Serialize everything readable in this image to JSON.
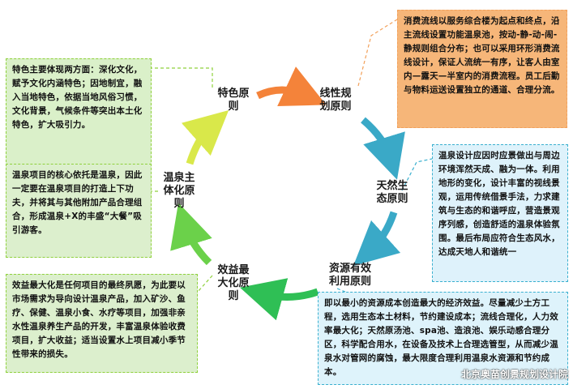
{
  "nodes": {
    "feature": "特色原\n则",
    "streamline": "线性规\n划原则",
    "nature": "天然生\n态原则",
    "resource": "资源有效\n利用原则",
    "benefit": "效益最\n大化原\n则",
    "hotspring": "温泉主\n体化原\n则"
  },
  "boxes": {
    "feature_desc": "特色主要体现两方面：深化文化，赋予文化内涵特色；因地制宜，融入当地特色，依据当地风俗习惯，文化背景，气候条件等突出本土化特色，扩大吸引力。",
    "streamline_desc": "消费流线以服务综合楼为起点和终点，沿主流线设置功能温泉池，按动-静-动-闹-静规则组合分布；也可以采用环形消费流线设计，保证人流统一有序，让客人由室内—露天—半室内的消费流程。员工后勤与物料运送设置独立的通道、合理分流。",
    "hotspring_desc": "温泉项目的核心依托是温泉，因此一定要在温泉项目的打造上下功夫，并将其与其他附加产品合理组合，形成温泉+X的丰盛“大餐”吸引游客。",
    "nature_desc": "温泉设计应因时应景做出与周边环境浑然天成、融为一体。利用地形的变化，设计丰富的视线景观，运用传统借景手法，力求建筑与生态的和谐呼应，营造景观序列感，创造舒适的温泉体验氛围。最后布局应符合生态风水，达成天地人和谐统一",
    "benefit_desc": "效益最大化是任何项目的最终夙愿，为此要以市场需求为导向设计温泉产品，加入矿沙、鱼疗、保健、温泉小食、水疗等项目，加强非亲水性温泉养生产品的开发，丰富温泉体验收费项目，扩大收益；适当设置水上项目减小季节性带来的损失。",
    "resource_desc": "即以最小的资源成本创造最大的经济效益。尽量减少土方工程，选用生态本土材料，节约建设成本；流线合理化，人力效率最大化；天然原汤池、spa池、造浪池、娱乐动感合理分区，科学配合用水，在设备及技术上合理选管型，从而减少温泉水对管网的腐蚀，最大限度合理利用温泉水资源和节约成本。"
  },
  "watermark": "北京奥苗创景规划设计院",
  "colors": {
    "arrow_orange": "#f4833a",
    "arrow_teal": "#3aa9c7",
    "arrow_green_dark": "#2fbf55",
    "arrow_green": "#6bd14a",
    "arrow_yellowgreen": "#d9e84a"
  }
}
